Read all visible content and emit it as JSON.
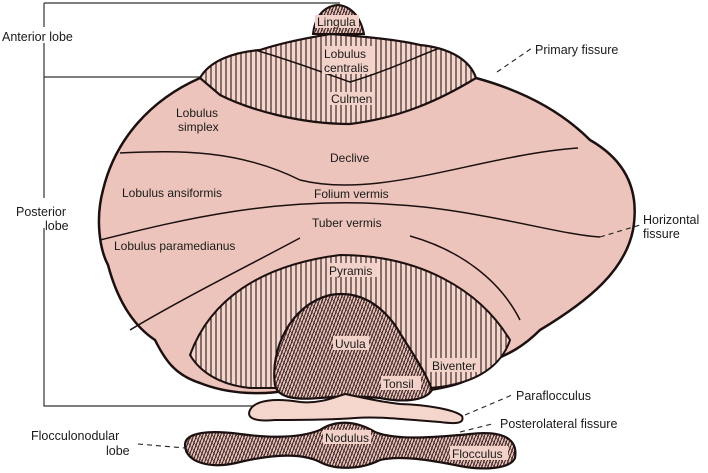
{
  "colors": {
    "tissue": "#ecc4bb",
    "tissue_light": "#f5d6cc",
    "outline": "#1c1010",
    "hatch": "#2a1a1a",
    "label_bg": "#f2d2c8"
  },
  "outer_labels": {
    "anterior_lobe": "Anterior lobe",
    "posterior_lobe_1": "Posterior",
    "posterior_lobe_2": "lobe",
    "primary_fissure": "Primary fissure",
    "horizontal_fissure_1": "Horizontal",
    "horizontal_fissure_2": "fissure",
    "paraflocculus": "Paraflocculus",
    "posterolateral_fissure": "Posterolateral fissure",
    "flocculonodular_1": "Flocculonodular",
    "flocculonodular_2": "lobe"
  },
  "inner_labels": {
    "lingula": "Lingula",
    "lobulus_centralis_1": "Lobulus",
    "lobulus_centralis_2": "centralis",
    "culmen": "Culmen",
    "lobulus_simplex_1": "Lobulus",
    "lobulus_simplex_2": "simplex",
    "declive": "Declive",
    "lobulus_ansiformis": "Lobulus ansiformis",
    "folium_vermis": "Folium vermis",
    "tuber_vermis": "Tuber vermis",
    "lobulus_paramedianus": "Lobulus paramedianus",
    "pyramis": "Pyramis",
    "uvula": "Uvula",
    "biventer": "Biventer",
    "tonsil": "Tonsil",
    "nodulus": "Nodulus",
    "flocculus": "Flocculus"
  }
}
